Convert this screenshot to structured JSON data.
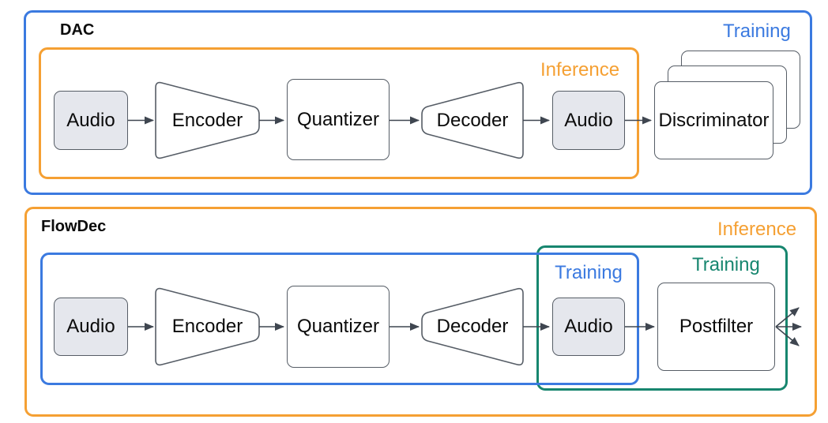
{
  "colors": {
    "blue": "#3b7ae0",
    "orange": "#f5a033",
    "green": "#17866f",
    "node_border": "#565d66",
    "node_fill": "#e5e7ed",
    "arrow": "#3f4650"
  },
  "dac": {
    "title": "DAC",
    "training_label": "Training",
    "inference_label": "Inference",
    "audio_in": "Audio",
    "encoder": "Encoder",
    "quantizer": "Quantizer",
    "decoder": "Decoder",
    "audio_out": "Audio",
    "discriminator": "Discriminator"
  },
  "flowdec": {
    "title": "FlowDec",
    "inference_label": "Inference",
    "training_label_codec": "Training",
    "training_label_postfilter": "Training",
    "audio_in": "Audio",
    "encoder": "Encoder",
    "quantizer": "Quantizer",
    "decoder": "Decoder",
    "audio_out": "Audio",
    "postfilter": "Postfilter"
  }
}
